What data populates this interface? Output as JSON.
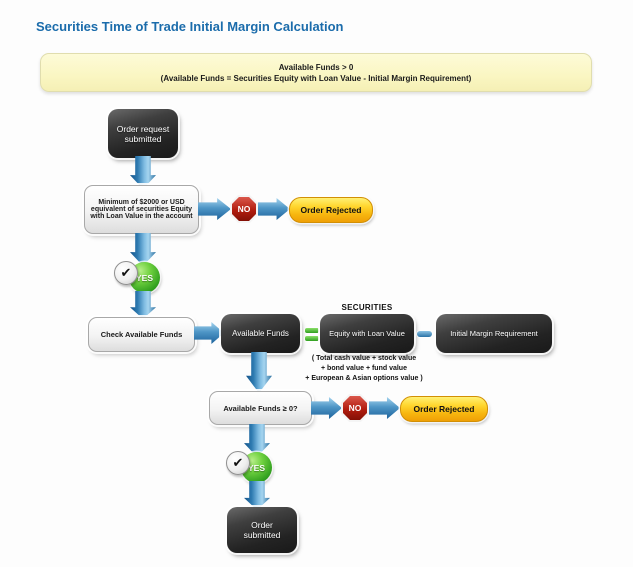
{
  "page_title": "Securities Time of Trade Initial Margin Calculation",
  "banner": {
    "line1": "Available Funds > 0",
    "line2": "(Available Funds = Securities Equity with Loan Value - Initial Margin Requirement)"
  },
  "flowchart": {
    "nodes": {
      "order_request": "Order request submitted",
      "min_equity": "Minimum of $2000 or USD equivalent of securities Equity with Loan Value in the account",
      "check_funds": "Check Available Funds",
      "available_funds": "Available Funds",
      "equity_loan": "Equity with Loan Value",
      "initial_margin": "Initial Margin Requirement",
      "funds_check": "Available Funds ≥ 0?",
      "order_submitted": "Order submitted"
    },
    "labels": {
      "securities": "SECURITIES",
      "no": "NO",
      "yes": "YES",
      "order_rejected": "Order Rejected",
      "check_icon": "✔",
      "formula_line1": "( Total cash value + stock value",
      "formula_line2": "+ bond value + fund value",
      "formula_line3": "+ European & Asian options value )"
    }
  },
  "colors": {
    "title_blue": "#1b6cab",
    "banner_yellow": "#faf6c2",
    "arrow_blue": "#2f7cb2",
    "no_red": "#b21d0f",
    "yes_green": "#2f9e1e",
    "rejected_yellow": "#ffd62e",
    "dark_box": "#232323",
    "light_box": "#f3f3f3"
  }
}
